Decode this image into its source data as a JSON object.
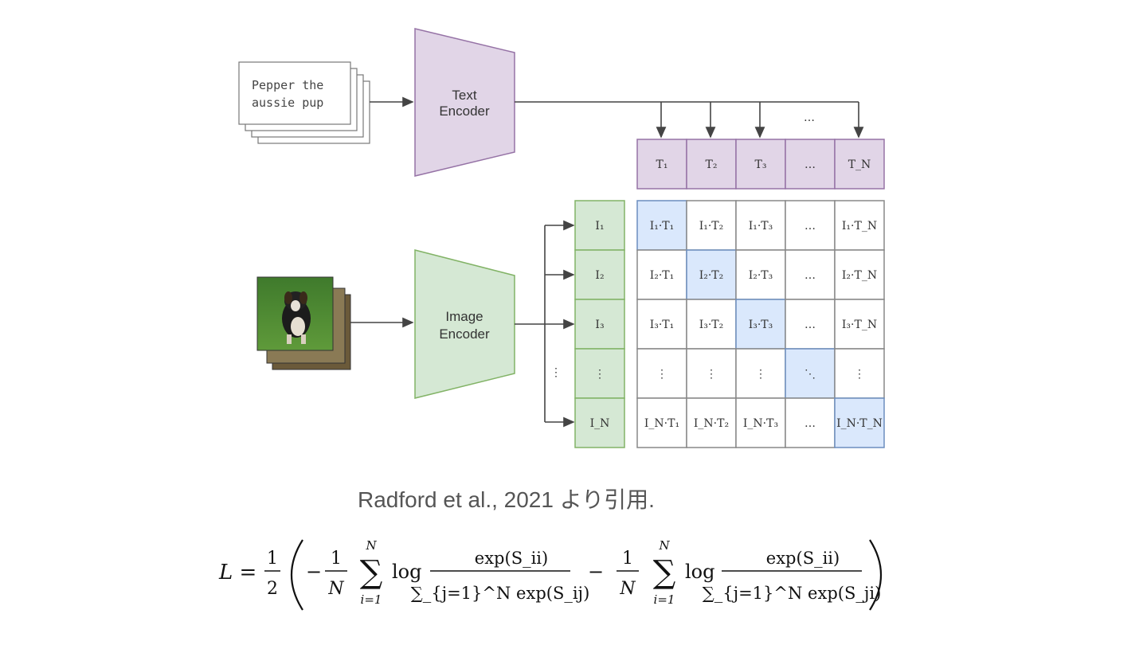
{
  "diagram": {
    "text_input": {
      "line1": "Pepper the",
      "line2": "aussie pup"
    },
    "text_encoder": {
      "line1": "Text",
      "line2": "Encoder"
    },
    "image_encoder": {
      "line1": "Image",
      "line2": "Encoder"
    },
    "text_embed_cols": [
      "T₁",
      "T₂",
      "T₃",
      "…",
      "T_N"
    ],
    "image_embed_rows": [
      "I₁",
      "I₂",
      "I₃",
      "⋮",
      "I_N"
    ],
    "top_dots": "…",
    "matrix": [
      [
        "I₁·T₁",
        "I₁·T₂",
        "I₁·T₃",
        "…",
        "I₁·T_N"
      ],
      [
        "I₂·T₁",
        "I₂·T₂",
        "I₂·T₃",
        "…",
        "I₂·T_N"
      ],
      [
        "I₃·T₁",
        "I₃·T₂",
        "I₃·T₃",
        "…",
        "I₃·T_N"
      ],
      [
        "⋮",
        "⋮",
        "⋮",
        "⋱",
        "⋮"
      ],
      [
        "I_N·T₁",
        "I_N·T₂",
        "I_N·T₃",
        "…",
        "I_N·T_N"
      ]
    ],
    "highlight_diagonal": true,
    "colors": {
      "text_encoder_fill": "#e1d5e7",
      "text_encoder_stroke": "#9673a6",
      "image_encoder_fill": "#d5e8d4",
      "image_encoder_stroke": "#82b366",
      "diagonal_fill": "#dae8fc",
      "diagonal_stroke": "#6c8ebf"
    }
  },
  "caption": "Radford et al., 2021 より引用.",
  "formula": {
    "lhs": "L =",
    "half_num": "1",
    "half_den": "2",
    "minus": "−",
    "invN_num": "1",
    "invN_den": "N",
    "sum_top": "N",
    "sum_bottom": "i=1",
    "log": "log",
    "frac1_num": "exp(S_ii)",
    "frac1_den": "∑_{j=1}^N exp(S_ij)",
    "frac2_num": "exp(S_ii)",
    "frac2_den": "∑_{j=1}^N exp(S_ji)"
  }
}
